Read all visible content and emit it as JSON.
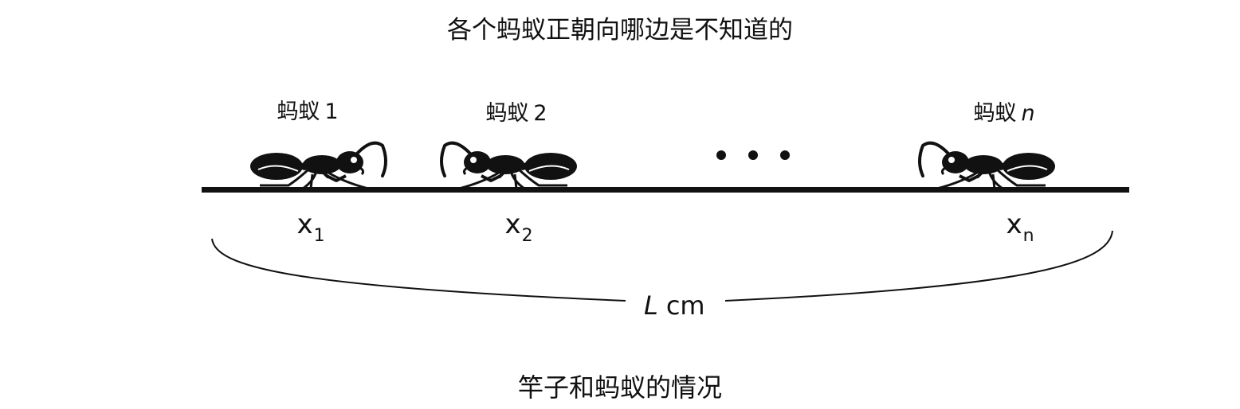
{
  "title": "各个蚂蚁正朝向哪边是不知道的",
  "caption": "竿子和蚂蚁的情况",
  "ants": [
    {
      "label": "蚂蚁",
      "number": "1",
      "position_var": "x",
      "position_sub": "1",
      "facing": "right"
    },
    {
      "label": "蚂蚁",
      "number": "2",
      "position_var": "x",
      "position_sub": "2",
      "facing": "left"
    },
    {
      "label": "蚂蚁",
      "number": "n",
      "position_var": "x",
      "position_sub": "n",
      "facing": "left"
    }
  ],
  "ellipsis": "• • •",
  "length": {
    "var": "L",
    "unit": "cm"
  },
  "colors": {
    "stroke": "#111111",
    "background": "#ffffff"
  }
}
